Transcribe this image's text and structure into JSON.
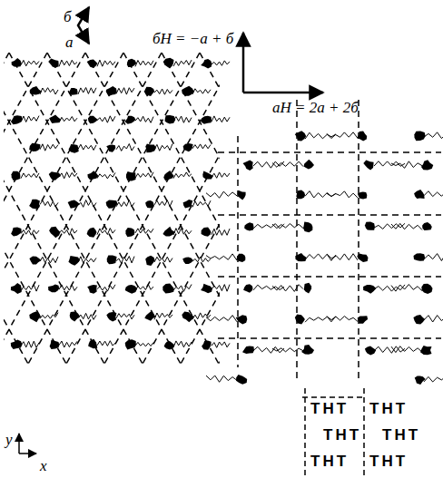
{
  "diagram": {
    "labels": [
      "б",
      "а",
      "бH = −а + б",
      "аH = 2а + 2б",
      "y",
      "x",
      "THT",
      "THT",
      "THT",
      "THT",
      "THT",
      "THT"
    ]
  }
}
